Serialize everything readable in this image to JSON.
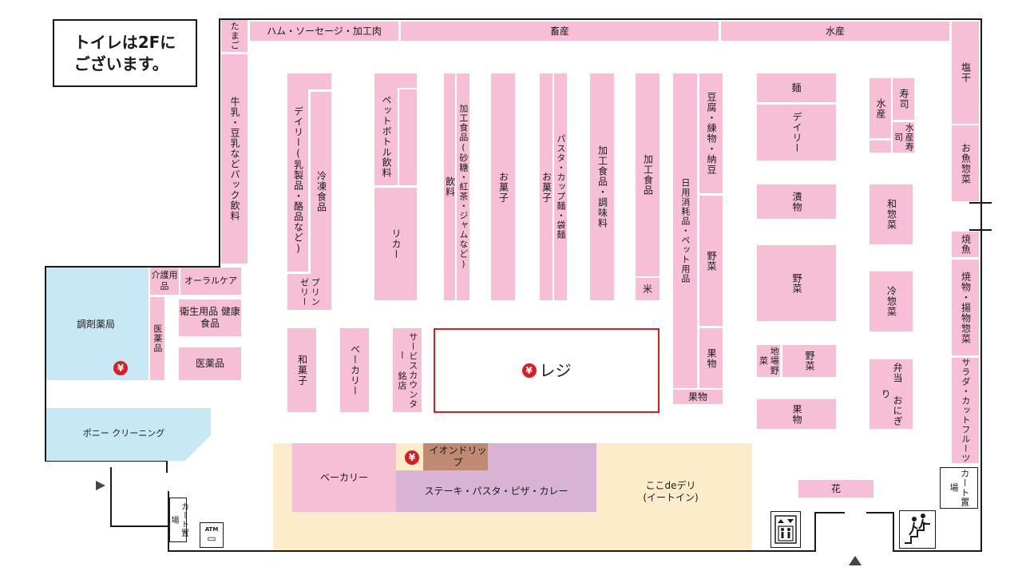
{
  "notice": {
    "line1": "トイレは2Fに",
    "line2": "ございます。"
  },
  "top_row": {
    "tamago": "たまご",
    "ham": "ハム・ソーセージ・加工肉",
    "chikusan": "畜産",
    "suisan": "水産"
  },
  "right_col": {
    "shiohoshi": "塩干",
    "osakana": "お魚惣菜",
    "yakizakana": "焼魚",
    "yakimono": "焼物・揚物惣菜",
    "salad": "サラダ・カットフルーツ",
    "cart": "カート置場"
  },
  "left_wall": {
    "gyunyu": "牛乳・豆乳などパック飲料",
    "kaigo": "介護用品",
    "oral": "オーラルケア",
    "iyaku_v": "医薬品",
    "eisei": "衛生用品 健康食品",
    "iyaku": "医薬品"
  },
  "pharmacy": {
    "name": "調剤薬局",
    "cleaning": "ポニー クリーニング"
  },
  "aisles": {
    "daily_dairy": "デイリー(乳製品・酪品など)",
    "reito": "冷凍食品",
    "pudding": "プリン ゼリー",
    "pet_bottle": "ペットボトル飲料",
    "liquor": "リカー",
    "inryo": "飲料",
    "kako_sugar": "加工食品(砂糖・紅茶・ジャムなど)",
    "okashi1": "お菓子",
    "okashi2": "お菓子",
    "pasta": "パスタ・カップ麺・袋麺",
    "kako_chomi": "加工食品・調味料",
    "kako": "加工食品",
    "kome": "米",
    "nichiyo": "日用消耗品・ペット用品",
    "tofu": "豆腐・練物・納豆",
    "yasai_mid": "野菜",
    "kudamono_mid": "果物",
    "kudamono_bottom": "果物"
  },
  "front": {
    "wagashi": "和菓子",
    "bakery": "ベーカリー",
    "service": "サービスカウンター 銘店",
    "register": "レジ"
  },
  "right_area": {
    "men": "麺",
    "daily": "デイリー",
    "tsukemono": "漬物",
    "yasai": "野菜",
    "jiba_yasai": "地場野菜",
    "yasai_small": "野菜",
    "kudamono": "果物",
    "suisan": "水産",
    "sushi": "寿司",
    "suisan_sushi": "水産寿司",
    "wasozai": "和惣菜",
    "reisozai": "冷惣菜",
    "bento": "弁当 おにぎり",
    "hana": "花"
  },
  "bottom": {
    "bakery": "ベーカリー",
    "aeon_drip": "イオンドリップ",
    "steak": "ステーキ・パスタ・ピザ・カレー",
    "kokode_deli": "ここdeデリ",
    "eat_in": "(イートイン)",
    "cart_left": "カート置場",
    "atm": "ATM"
  },
  "symbols": {
    "yen": "¥"
  },
  "colors": {
    "shelf": "#f7bfd6",
    "pharmacy": "#c8e8f6",
    "food_court": "#fcecc9",
    "restaurant": "#d8b3d6",
    "drip": "#bf8a72",
    "register_border": "#d71e24"
  }
}
